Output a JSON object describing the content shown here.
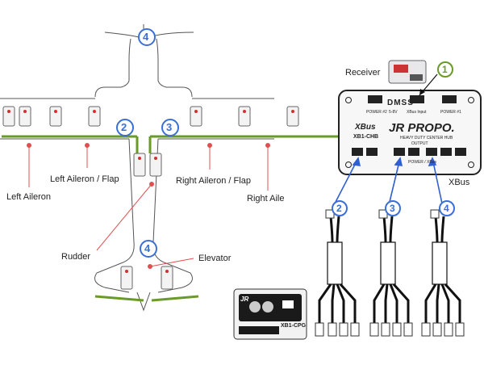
{
  "labels": {
    "receiver": "Receiver",
    "left_aileron": "Left Aileron",
    "left_aileron_flap": "Left Aileron / Flap",
    "right_aileron_flap": "Right Aileron / Flap",
    "right_aileron_cut": "Right Aile",
    "rudder": "Rudder",
    "elevator": "Elevator",
    "xbus": "XBus"
  },
  "hub": {
    "brand_top": "DMSS",
    "brand_main": "JR PROPO.",
    "subtitle": "HEAVY DUTY CENTER HUB",
    "model": "XB1-CHB",
    "port_power2": "POWER #2",
    "port_xbus_input": "XBus Input",
    "port_power1": "POWER #1",
    "port_output": "OUTPUT",
    "port_power_bus": "POWER / XBus",
    "voltage": "5-8V",
    "xbus_logo": "XBus"
  },
  "programmer": {
    "model": "XB1-CPG",
    "brand": "JR"
  },
  "markers": {
    "m1": "1",
    "m2": "2",
    "m3": "3",
    "m4": "4"
  },
  "colors": {
    "line_green": "#6a9a2a",
    "marker_blue": "#3a6fd8",
    "marker_green": "#6a9a2a",
    "connector_red": "#d03030",
    "pointer_red": "#e05050",
    "arrow_blue": "#2f5fd0"
  }
}
